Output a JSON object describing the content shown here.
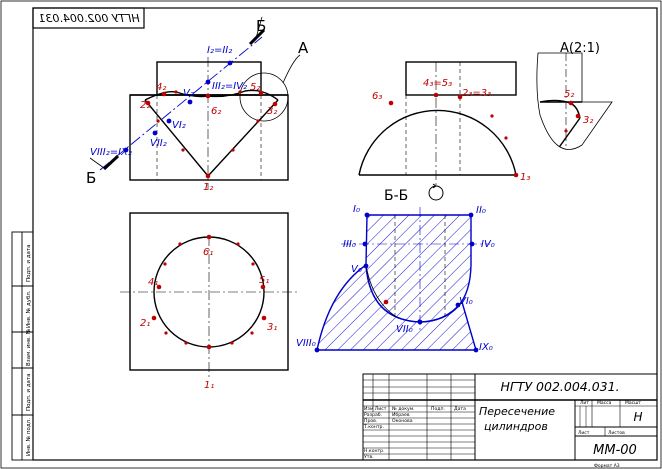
{
  "stamp": {
    "top_mirror": "НГТУ 002.004.031",
    "code": "НГТУ  002.004.031.",
    "title_line1": "Пересечение",
    "title_line2": "цилиндров",
    "letter": "Н",
    "doc": "ММ-00",
    "header_lit": "Лит",
    "header_mass": "Масса",
    "header_scale": "Масшт",
    "sheet": "Лист",
    "sheets": "Листов",
    "format": "Формат А3",
    "rows": [
      {
        "role": "Изм Лист",
        "col2": "№ докум.",
        "col3": "Подп.",
        "col4": "Дата"
      },
      {
        "role": "Разраб.",
        "col2": "Ибраев"
      },
      {
        "role": "Пров.",
        "col2": "Оконова"
      },
      {
        "role": "Т.контр."
      },
      {
        "role": "Н.контр."
      },
      {
        "role": "Утв."
      }
    ]
  },
  "side_labels": [
    "Подп. и дата",
    "Инв. № дубл.",
    "Взам. инв. №",
    "Подп. и дата",
    "Инв. № подл."
  ],
  "labels": {
    "section_mark_top": "Б",
    "section_mark_bottom": "Б",
    "detail_mark": "А",
    "detail_title": "А(2:1)",
    "section_title": "Б-Б",
    "front": {
      "p1": "1₂",
      "p2": "2₂",
      "p3": "3₂",
      "p4": "4₂",
      "p5": "5₂",
      "p6": "6₂",
      "pi_ii": "I₂=II₂",
      "piii_iv": "III₂=IV₂",
      "pv": "V₂",
      "pvi": "VI₂",
      "pvii": "VII₂",
      "pviii_ix": "VIII₂=IX₂"
    },
    "side": {
      "p1": "1₃",
      "p6": "6₃",
      "p4_5": "4₃=5₃",
      "p2_3": "2₃=3₃"
    },
    "detail": {
      "p5": "5₂",
      "p3": "3₂"
    },
    "top": {
      "p1": "1₁",
      "p2": "2₁",
      "p3": "3₁",
      "p4": "4₁",
      "p5": "5₁",
      "p6": "6₁"
    },
    "section": {
      "i": "I₀",
      "ii": "II₀",
      "iii": "III₀",
      "iv": "IV₀",
      "v": "V₀",
      "vi": "VI₀",
      "vii": "VII₀",
      "viii": "VIII₀",
      "ix": "IX₀"
    }
  },
  "colors": {
    "line": "#000000",
    "points": "#c00000",
    "section": "#0000cc"
  }
}
